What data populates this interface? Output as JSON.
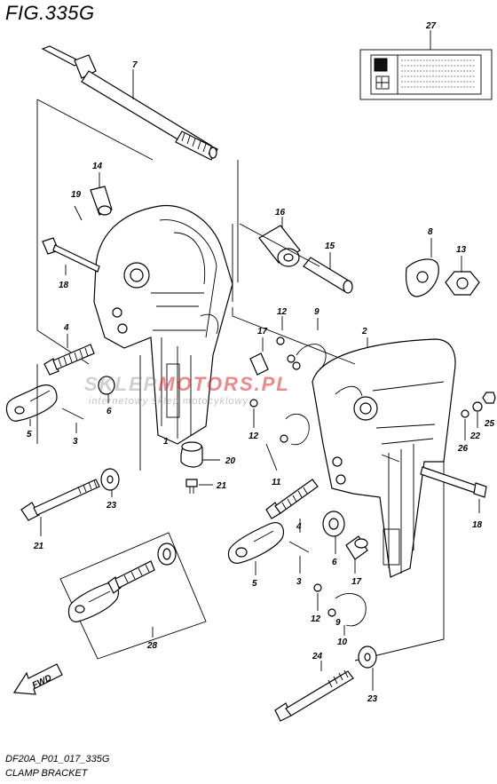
{
  "figure": {
    "title": "FIG.335G",
    "footer_code": "DF20A_P01_017_335G",
    "footer_name": "CLAMP BRACKET",
    "fwd_label": "FWD"
  },
  "watermark": {
    "brand_gray": "SKLEP",
    "brand_red": "MOTO",
    "brand_gray2": "RS.PL",
    "tagline": "internetowy sklep motocyklowy"
  },
  "callouts": [
    "27",
    "7",
    "14",
    "19",
    "16",
    "15",
    "8",
    "13",
    "18",
    "12",
    "9",
    "17",
    "2",
    "4",
    "6",
    "3",
    "5",
    "1",
    "20",
    "21",
    "23",
    "11",
    "22",
    "25",
    "26",
    "28",
    "10",
    "24"
  ]
}
